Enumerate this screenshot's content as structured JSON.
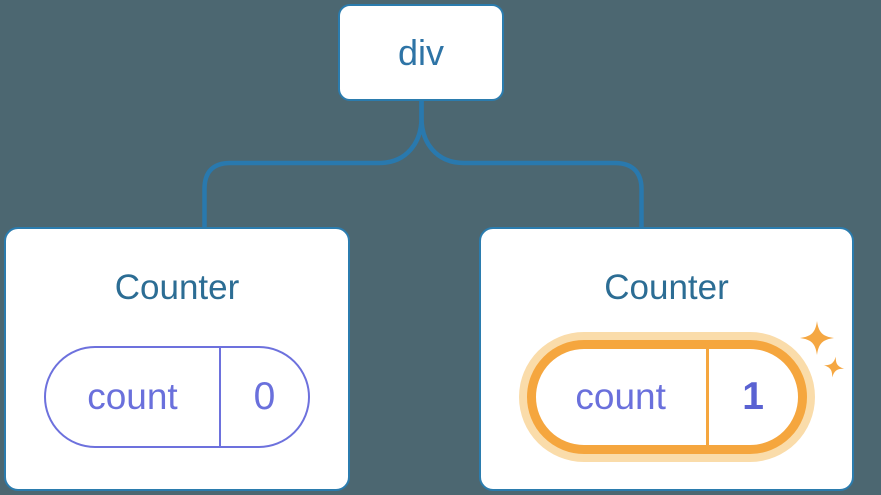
{
  "diagram": {
    "background_color": "#4C6771",
    "connector_color": "#2979AE",
    "root_node": {
      "label": "div",
      "label_color": "#2E74A6",
      "fill": "#FFFFFF",
      "border_color": "#2B7CAE"
    },
    "nodes": [
      {
        "title": "Counter",
        "state_name": "count",
        "state_value": "0",
        "highlighted": false,
        "pill_border_color": "#6D71DD",
        "text_color": "#6A70DC"
      },
      {
        "title": "Counter",
        "state_name": "count",
        "state_value": "1",
        "highlighted": true,
        "pill_border_color": "#F5A63E",
        "pill_glow_color": "#FADCAA",
        "text_color": "#6A70DC",
        "value_color": "#5A62D2"
      }
    ],
    "title_color": "#2C6D94",
    "icons": {
      "sparkles": "sparkles-icon"
    }
  }
}
